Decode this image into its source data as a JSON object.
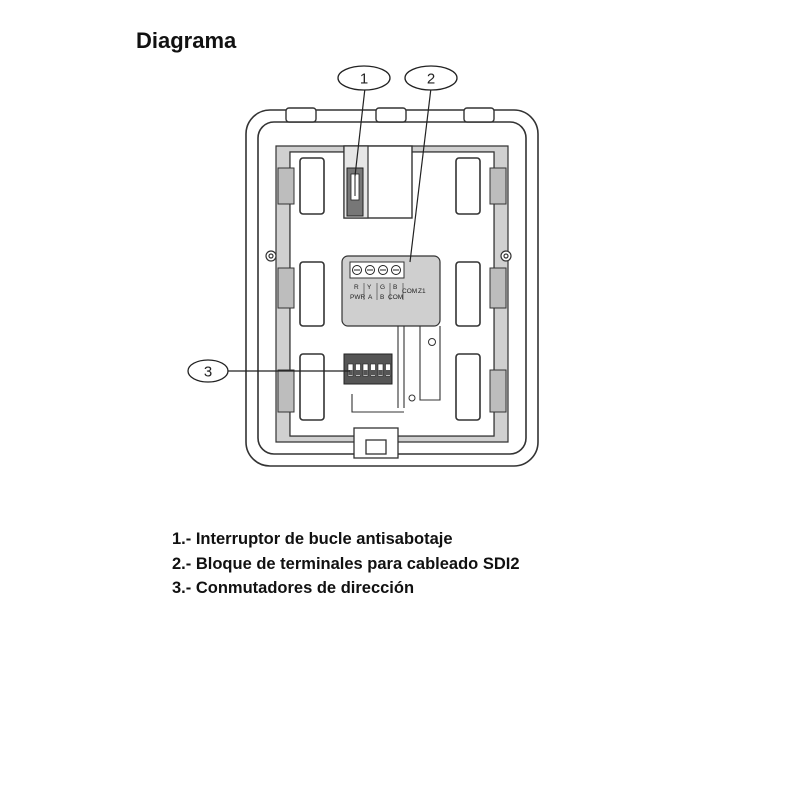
{
  "title": "Diagrama",
  "callouts": [
    {
      "number": "1",
      "target": "tamper-switch"
    },
    {
      "number": "2",
      "target": "terminal-block"
    },
    {
      "number": "3",
      "target": "address-switches"
    }
  ],
  "terminal_labels": {
    "top": [
      "R",
      "Y",
      "G",
      "B"
    ],
    "bottom": [
      "PWR",
      "A",
      "B",
      "COM"
    ],
    "com": "COM",
    "z1": "Z1"
  },
  "legend": [
    "1.- Interruptor de bucle antisabotaje",
    "2.- Bloque de terminales para cableado SDI2",
    "3.- Conmutadores de dirección"
  ],
  "colors": {
    "line": "#333333",
    "fill_light": "#e6e6e6",
    "fill_mid": "#cfcfcf",
    "fill_dark": "#aaaaaa"
  }
}
